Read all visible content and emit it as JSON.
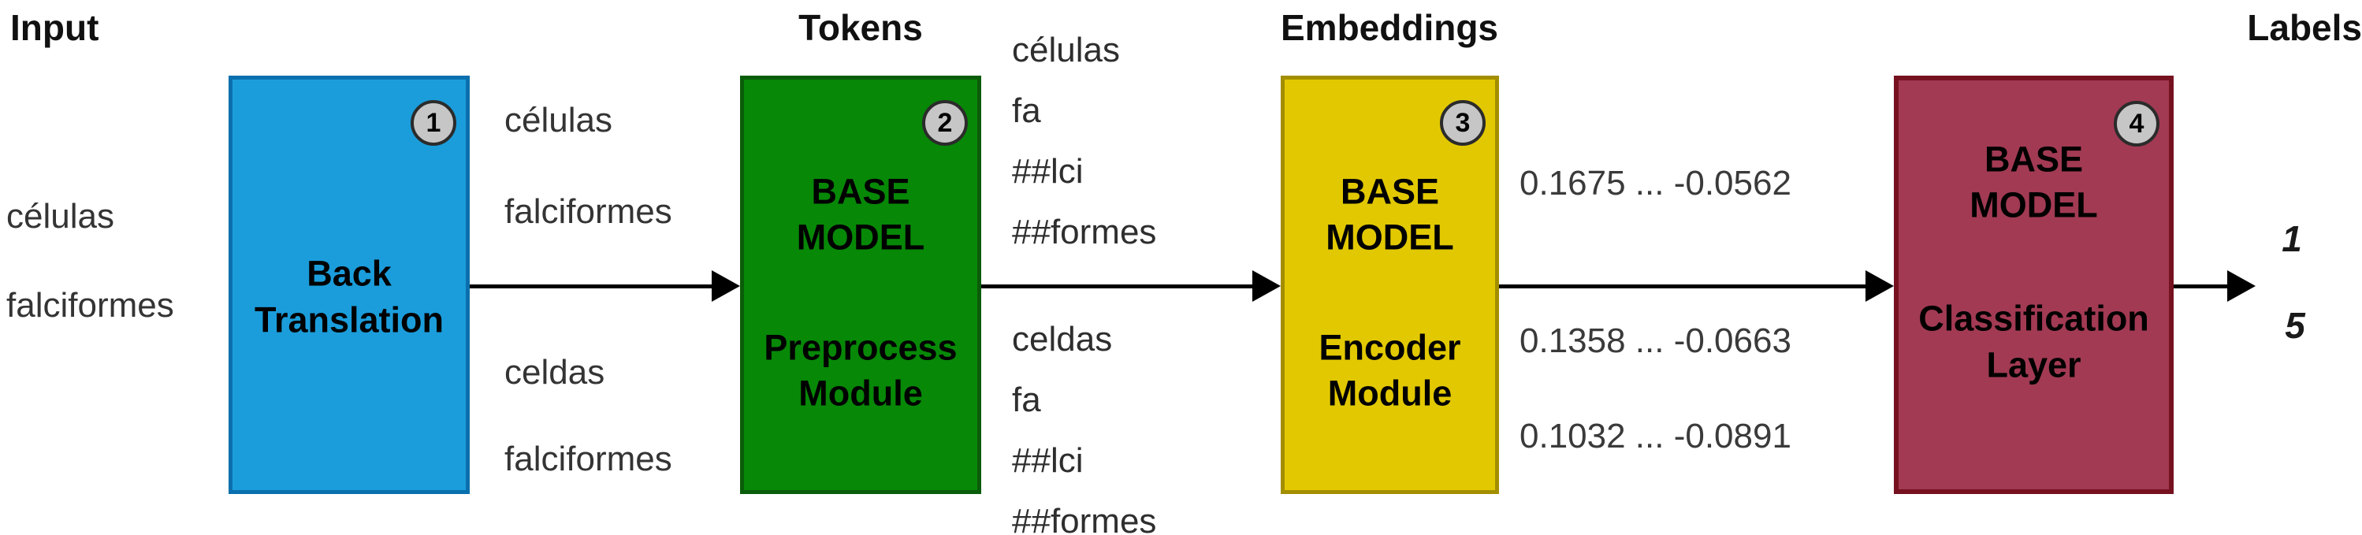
{
  "headers": {
    "input": "Input",
    "tokens": "Tokens",
    "embeddings": "Embeddings",
    "labels": "Labels"
  },
  "input_words": {
    "w1": "células",
    "w2": "falciformes"
  },
  "back_translated": {
    "top1": "células",
    "top2": "falciformes",
    "bot1": "celdas",
    "bot2": "falciformes"
  },
  "tokens": {
    "top": [
      "células",
      "fa",
      "##lci",
      "##formes"
    ],
    "bottom": [
      "celdas",
      "fa",
      "##lci",
      "##formes"
    ]
  },
  "embeddings": {
    "row1": "0.1675 ... -0.0562",
    "row2": "0.1358 ... -0.0663",
    "row3": "0.1032 ... -0.0891"
  },
  "output_labels": {
    "l1": "1",
    "l2": "5"
  },
  "boxes": {
    "back_translation": {
      "badge": "1",
      "label": "Back\nTranslation",
      "fill": "#1B9DDB",
      "border": "#0B6FAE"
    },
    "preprocess": {
      "badge": "2",
      "model": "BASE\nMODEL",
      "module": "Preprocess\nModule",
      "fill": "#078807",
      "border": "#0A5C0A"
    },
    "encoder": {
      "badge": "3",
      "model": "BASE\nMODEL",
      "module": "Encoder\nModule",
      "fill": "#E2C800",
      "border": "#A38E00"
    },
    "classification": {
      "badge": "4",
      "model": "BASE\nMODEL",
      "module": "Classification\nLayer",
      "fill": "#A23A53",
      "border": "#76111F"
    }
  },
  "badge_style": {
    "fill": "#C6C6C6",
    "border": "#2B2B2B"
  }
}
